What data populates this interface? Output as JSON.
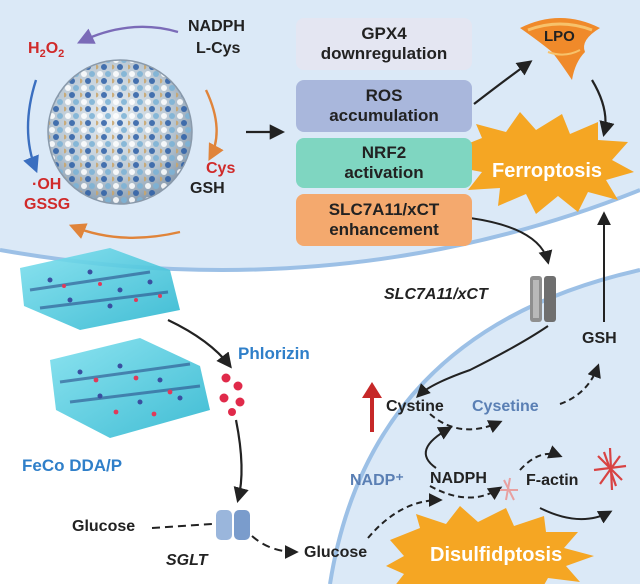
{
  "cycle": {
    "h2o2": "H",
    "h2o2_sub": "2",
    "h2o2_o": "O",
    "h2o2_sub2": "2",
    "oh": "·OH",
    "gssg": "GSSG",
    "nadph": "NADPH",
    "lcys": "L-Cys",
    "cys": "Cys",
    "gsh": "GSH"
  },
  "boxes": [
    {
      "line1": "GPX4",
      "line2": "downregulation",
      "color": "#e4e6f2"
    },
    {
      "line1": "ROS",
      "line2": "accumulation",
      "color": "#a9b7dc"
    },
    {
      "line1": "NRF2",
      "line2": "activation",
      "color": "#7fd6c1"
    },
    {
      "line1": "SLC7A11/xCT",
      "line2": "enhancement",
      "color": "#f4a96e"
    }
  ],
  "lpo": "LPO",
  "ferroptosis": "Ferroptosis",
  "disulfidptosis": "Disulfidptosis",
  "slc_label": "SLC7A11/xCT",
  "gsh_right": "GSH",
  "phlorizin": "Phlorizin",
  "material": "FeCo DDA/P",
  "cystine": "Cystine",
  "cysetine": "Cysetine",
  "nadp": "NADP⁺",
  "nadph2": "NADPH",
  "factin": "F-actin",
  "glucose_out": "Glucose",
  "glucose_in": "Glucose",
  "sglt": "SGLT",
  "colors": {
    "cell_bg": "#dbe9f7",
    "membrane": "#9cc0e6",
    "red": "#d02a2a",
    "blue": "#2f7fc9",
    "burst": "#f5a623"
  }
}
